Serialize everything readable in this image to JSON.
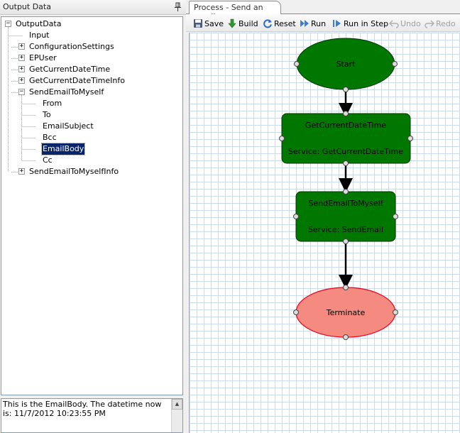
{
  "left_panel": {
    "title": "Output Data",
    "tree": [
      {
        "label": "OutputData",
        "level": 0,
        "expander": "−"
      },
      {
        "label": "Input",
        "level": 1,
        "expander": ""
      },
      {
        "label": "ConfigurationSettings",
        "level": 1,
        "expander": "+"
      },
      {
        "label": "EPUser",
        "level": 1,
        "expander": "+"
      },
      {
        "label": "GetCurrentDateTime",
        "level": 1,
        "expander": "+"
      },
      {
        "label": "GetCurrentDateTimeInfo",
        "level": 1,
        "expander": "+"
      },
      {
        "label": "SendEmailToMyself",
        "level": 1,
        "expander": "−"
      },
      {
        "label": "From",
        "level": 2,
        "expander": ""
      },
      {
        "label": "To",
        "level": 2,
        "expander": ""
      },
      {
        "label": "EmailSubject",
        "level": 2,
        "expander": ""
      },
      {
        "label": "Bcc",
        "level": 2,
        "expander": ""
      },
      {
        "label": "EmailBody",
        "level": 2,
        "expander": "",
        "selected": true
      },
      {
        "label": "Cc",
        "level": 2,
        "expander": ""
      },
      {
        "label": "SendEmailToMyselfInfo",
        "level": 1,
        "expander": "+"
      }
    ],
    "detail_text": "This is the EmailBody. The datetime now is: 11/7/2012 10:23:55 PM"
  },
  "right_panel": {
    "tab_label": "Process - Send an email",
    "toolbar": {
      "save": "Save",
      "build": "Build",
      "reset": "Reset",
      "run": "Run",
      "run_in_step": "Run in Step",
      "undo": "Undo",
      "redo": "Redo"
    },
    "flow": {
      "start_label": "Start",
      "step1_title": "GetCurrentDateTime",
      "step1_service": "Service: GetCurrentDateTime",
      "step2_title": "SendEmailToMyself",
      "step2_service": "Service: SendEmail",
      "terminate_label": "Terminate"
    }
  },
  "colors": {
    "node_green": "#007800",
    "terminate_fill": "#f58a80",
    "terminate_stroke": "#e8001a",
    "grid": "#c9dcef",
    "selection": "#0a246a"
  }
}
